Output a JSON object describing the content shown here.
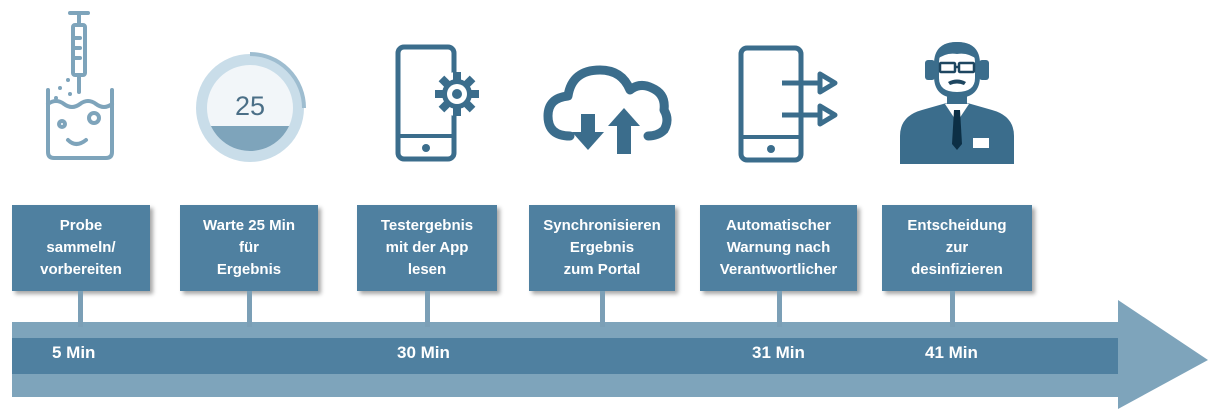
{
  "icons": [
    {
      "name": "syringe-beaker-icon"
    },
    {
      "name": "timer-icon",
      "text": "25"
    },
    {
      "name": "phone-settings-icon"
    },
    {
      "name": "cloud-sync-icon"
    },
    {
      "name": "phone-warning-icon"
    },
    {
      "name": "person-icon"
    }
  ],
  "steps": [
    {
      "label": "Probe\nsammeln/\nvorbereiten"
    },
    {
      "label": "Warte 25 Min\nfür\nErgebnis"
    },
    {
      "label": "Testergebnis\nmit der App\nlesen"
    },
    {
      "label": "Synchronisieren\nErgebnis\nzum Portal"
    },
    {
      "label": "Automatischer\nWarnung nach\nVerantwortlicher"
    },
    {
      "label": "Entscheidung\nzur\ndesinfizieren"
    }
  ],
  "timeline": {
    "labels": [
      "5 Min",
      "30 Min",
      "31 Min",
      "41 Min"
    ]
  },
  "colors": {
    "box": "#4f80a0",
    "icon": "#3b6d8c",
    "arrow_light": "#7ea4bb",
    "arrow_dark": "#4f80a0"
  }
}
